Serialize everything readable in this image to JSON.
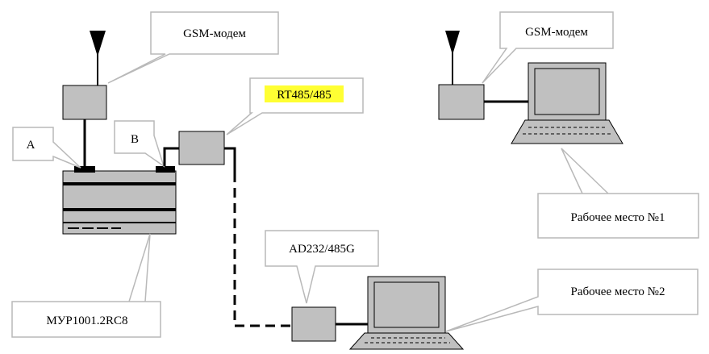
{
  "labels": {
    "gsm_modem_left": "GSM-модем",
    "gsm_modem_right": "GSM-модем",
    "rt485": "RT485/485",
    "port_a": "A",
    "port_b": "B",
    "ad232": "AD232/485G",
    "workstation_1": "Рабочее место №1",
    "workstation_2": "Рабочее место №2",
    "controller": "МУР1001.2RC8"
  },
  "colors": {
    "device_fill": "#c0c0c0",
    "callout_border": "#b9b9b9",
    "highlight": "#ffff33",
    "laptop_body": "#c0c0c0",
    "line": "#000000"
  },
  "icons": {
    "antenna": "antenna-icon",
    "laptop": "laptop-icon",
    "controller": "controller-device-icon"
  }
}
